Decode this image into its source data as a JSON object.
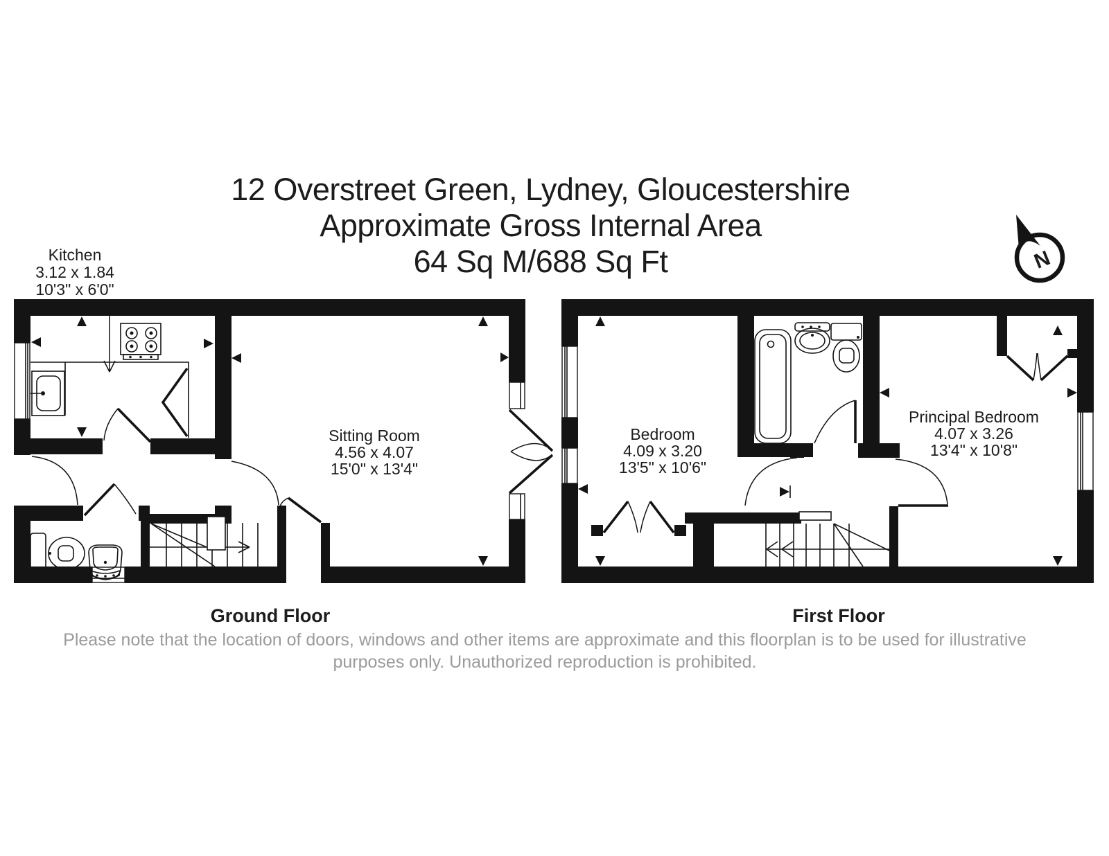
{
  "title": {
    "line1": "12 Overstreet Green, Lydney, Gloucestershire",
    "line2": "Approximate Gross Internal Area",
    "line3": "64 Sq M/688 Sq Ft"
  },
  "compass": {
    "letter": "N"
  },
  "ground_floor": {
    "label": "Ground Floor",
    "rooms": {
      "kitchen": {
        "name": "Kitchen",
        "dims_m": "3.12 x 1.84",
        "dims_ft": "10'3\" x 6'0\""
      },
      "sitting_room": {
        "name": "Sitting Room",
        "dims_m": "4.56 x 4.07",
        "dims_ft": "15'0\" x 13'4\""
      }
    }
  },
  "first_floor": {
    "label": "First Floor",
    "rooms": {
      "bedroom": {
        "name": "Bedroom",
        "dims_m": "4.09 x 3.20",
        "dims_ft": "13'5\" x 10'6\""
      },
      "principal_bedroom": {
        "name": "Principal Bedroom",
        "dims_m": "4.07 x 3.26",
        "dims_ft": "13'4\" x 10'8\""
      }
    }
  },
  "disclaimer": {
    "line1": "Please note that the location of doors, windows and other items are approximate and this floorplan is to be used for illustrative",
    "line2": "purposes only. Unauthorized reproduction is prohibited."
  },
  "colors": {
    "wall": "#141414",
    "text": "#1c1c1c",
    "disclaimer_text": "#9b9b9b",
    "background": "#ffffff"
  }
}
